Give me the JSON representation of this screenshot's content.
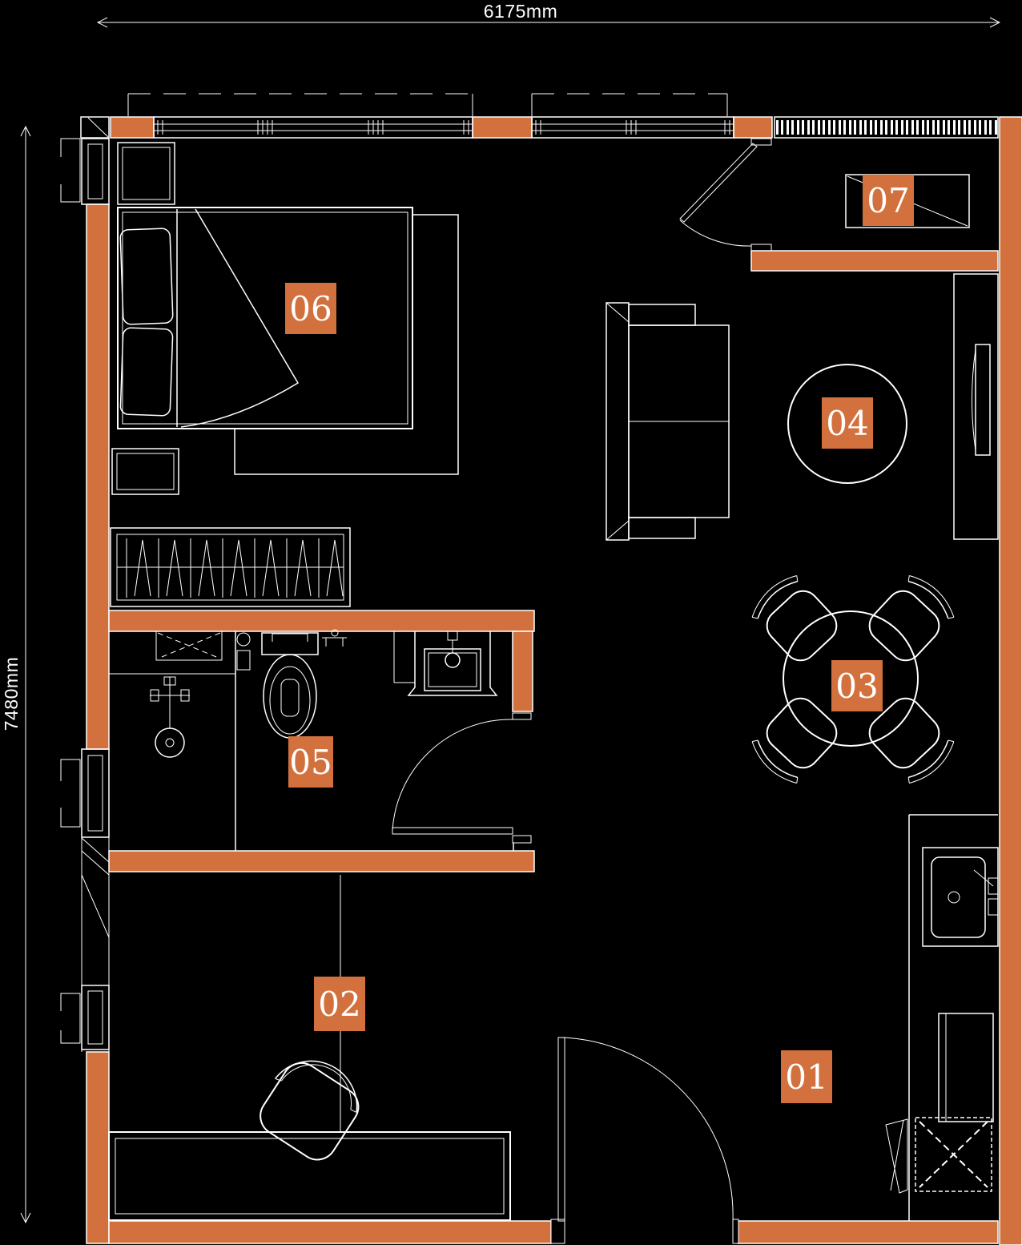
{
  "colors": {
    "background": "#000000",
    "wall_fill": "#D2713D",
    "line": "#FFFFFF"
  },
  "dimension_labels": {
    "width": "6175mm",
    "height": "7480mm"
  },
  "room_markers": [
    {
      "number": "01"
    },
    {
      "number": "02"
    },
    {
      "number": "03"
    },
    {
      "number": "04"
    },
    {
      "number": "05"
    },
    {
      "number": "06"
    },
    {
      "number": "07"
    }
  ]
}
